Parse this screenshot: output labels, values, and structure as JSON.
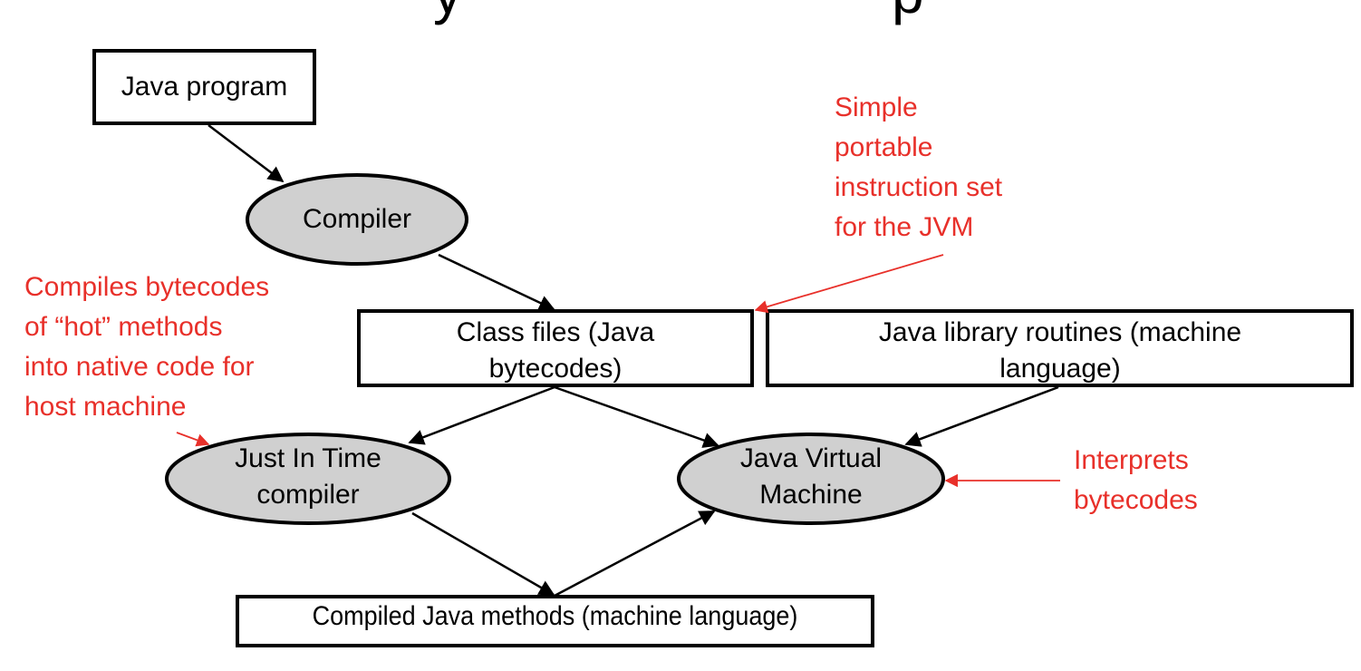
{
  "slide": {
    "title_cropped_glyphs": [
      "y",
      "p"
    ]
  },
  "colors": {
    "node_fill_ellipse": "#d0d0d0",
    "node_stroke": "#000000",
    "annotation": "#e8302a",
    "background": "#ffffff"
  },
  "nodes": {
    "java_program": {
      "label": "Java program",
      "shape": "rectangle"
    },
    "compiler": {
      "label": "Compiler",
      "shape": "ellipse"
    },
    "class_files": {
      "label": "Class files (Java bytecodes)",
      "shape": "rectangle"
    },
    "library_routines": {
      "label": "Java library routines (machine language)",
      "shape": "rectangle"
    },
    "jit_compiler": {
      "label": "Just In Time compiler",
      "shape": "ellipse"
    },
    "jvm": {
      "label": "Java Virtual Machine",
      "shape": "ellipse"
    },
    "compiled_methods": {
      "label": "Compiled Java methods (machine language)",
      "shape": "rectangle"
    }
  },
  "edges": [
    {
      "from": "java_program",
      "to": "compiler"
    },
    {
      "from": "compiler",
      "to": "class_files"
    },
    {
      "from": "class_files",
      "to": "jit_compiler"
    },
    {
      "from": "class_files",
      "to": "jvm"
    },
    {
      "from": "library_routines",
      "to": "jvm"
    },
    {
      "from": "jit_compiler",
      "to": "compiled_methods"
    },
    {
      "from": "compiled_methods",
      "to": "jvm"
    }
  ],
  "annotations": {
    "bytecode_note": {
      "lines": [
        "Simple",
        "portable",
        "instruction set",
        "for the JVM"
      ],
      "points_to": "class_files"
    },
    "jit_note": {
      "lines": [
        "Compiles bytecodes",
        "of “hot” methods",
        "into native code for",
        "host machine"
      ],
      "points_to": "jit_compiler"
    },
    "jvm_note": {
      "lines": [
        "Interprets",
        "bytecodes"
      ],
      "points_to": "jvm"
    }
  }
}
